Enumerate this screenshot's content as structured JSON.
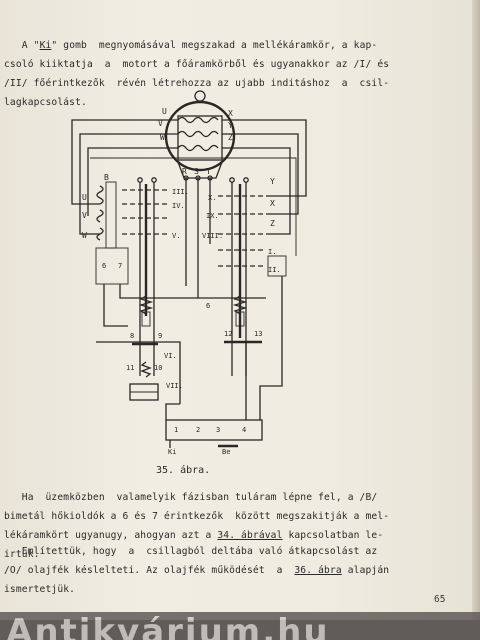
{
  "document": {
    "paragraph1": {
      "pre1": "   A \"",
      "ki1": "Ki",
      "post1": "\" gomb  megnyomásával megszakad a mellékáramkör, a kap-\ncsoló kiiktatja  a  motort a főáramkörből és ugyanakkor az /I/ és\n/II/ főérintkezők  révén létrehozza az ujabb inditáshoz  a  csil-\nlagkapcsolást."
    },
    "caption": "35. ábra.",
    "paragraph2": {
      "pre": "   Ha  üzemközben  valamelyik fázisban tuláram lépne fel, a /B/\nbimetál hőkioldók a 6 és 7 érintkezők  között megszakitják a mel-\nlékáramkört ugyanugy, ahogyan azt a ",
      "ref": "34. ábrával",
      "post": " kapcsolatban le-\nirtuk."
    },
    "paragraph3": {
      "pre": "   Említettük, hogy  a  csillagból deltába való átkapcsolást az\n/O/ olajfék késlelteti. Az olajfék működését  a  ",
      "ref": "36. ábra",
      "post": " alapján\nismertetjük."
    },
    "page_number": "65",
    "watermark": "Antikvárium.hu"
  },
  "diagram": {
    "motor_left": [
      "U",
      "V",
      "W"
    ],
    "motor_right": [
      "X",
      "Y",
      "Z"
    ],
    "supply": [
      "R",
      "S",
      "T"
    ],
    "relay_left": [
      "B",
      "U",
      "V",
      "W"
    ],
    "relay_right": [
      "Y",
      "X",
      "Z"
    ],
    "contacts_left": [
      "III.",
      "IV.",
      "V."
    ],
    "contacts_right": [
      "X.",
      "IX.",
      "VIII."
    ],
    "contacts_main": [
      "I.",
      "II."
    ],
    "numbers": [
      "6",
      "7",
      "6",
      "12",
      "13",
      "8",
      "9",
      "11",
      "10",
      "1",
      "2",
      "3",
      "4"
    ],
    "labels": [
      "VI.",
      "VII.",
      "Ki",
      "Be"
    ]
  }
}
